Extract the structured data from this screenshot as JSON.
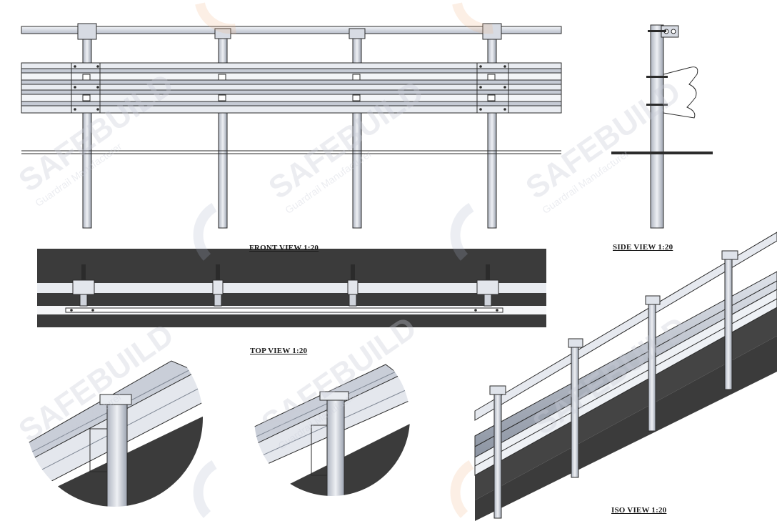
{
  "views": {
    "front": {
      "label": "FRONT VIEW 1:20"
    },
    "side": {
      "label": "SIDE VIEW 1:20"
    },
    "top": {
      "label": "TOP VIEW 1:20"
    },
    "iso": {
      "label": "ISO VIEW 1:20"
    }
  },
  "watermark": {
    "brand": "SAFEBUILD",
    "tagline": "Guardrail Manufacturer",
    "color": "#c8ccd8",
    "accent": "#f3c9a8"
  },
  "colors": {
    "line": "#2b2b2b",
    "steel_light": "#e6e8ee",
    "steel_mid": "#c4c9d4",
    "steel_dark": "#9aa1ae",
    "ground": "#3a3a3a"
  }
}
